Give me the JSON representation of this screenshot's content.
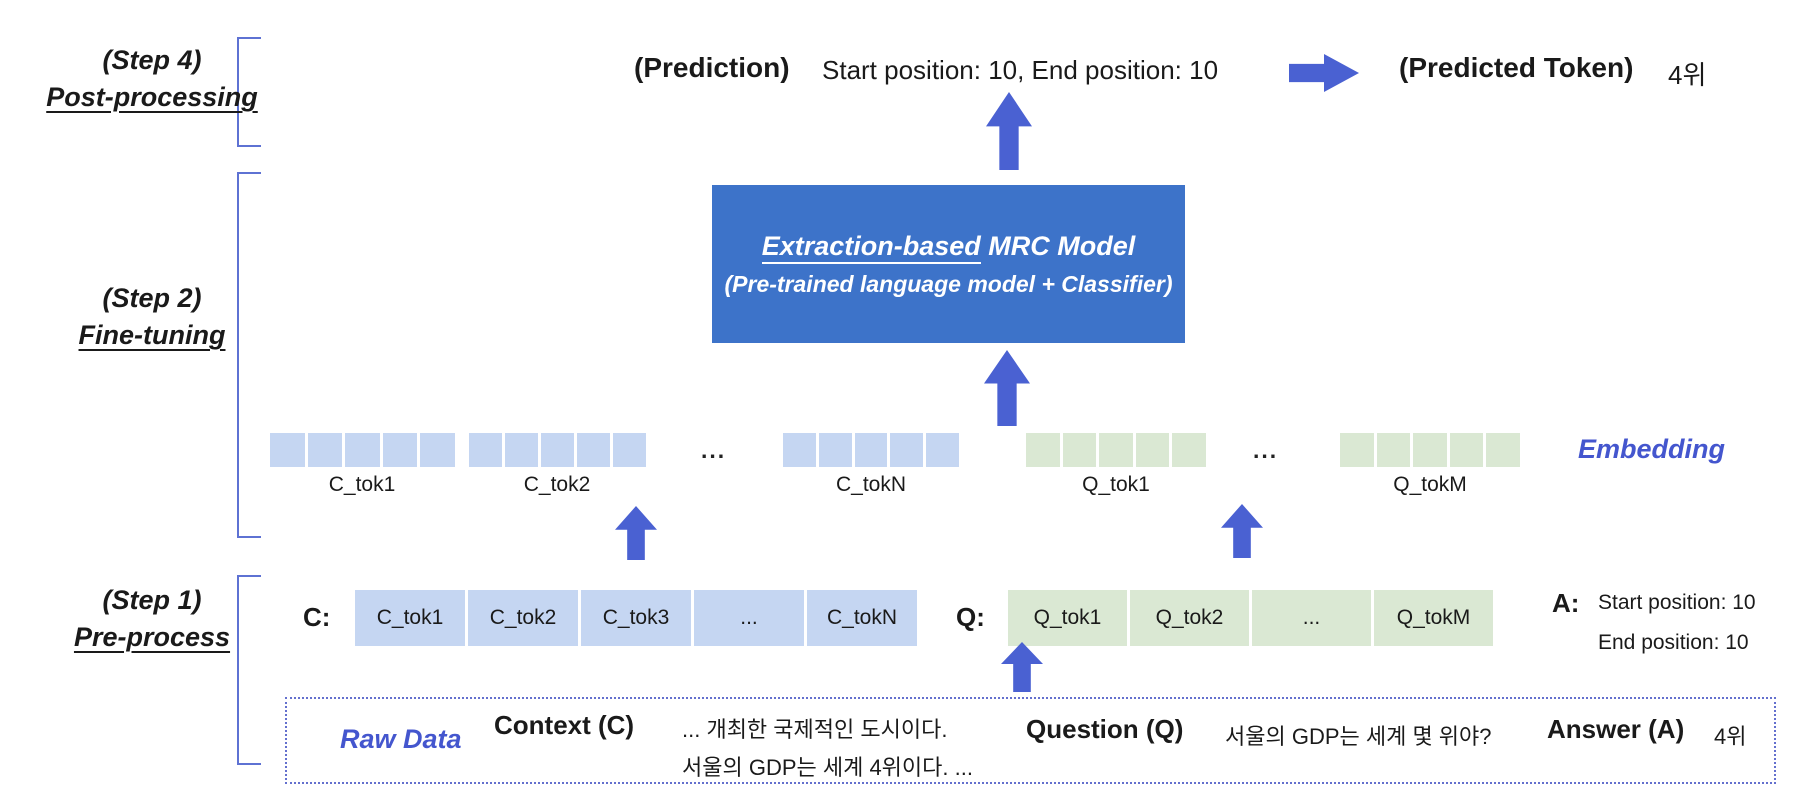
{
  "steps": {
    "step4": {
      "line1": "(Step 4)",
      "line2": "Post-processing"
    },
    "step2": {
      "line1": "(Step 2)",
      "line2": "Fine-tuning"
    },
    "step1": {
      "line1": "(Step 1)",
      "line2": "Pre-process"
    }
  },
  "prediction_row": {
    "label": "(Prediction)",
    "positions": "Start position: 10,  End position: 10",
    "predicted_label": "(Predicted Token)",
    "predicted_value": "4위"
  },
  "model_box": {
    "title_underlined": "Extraction-based",
    "title_rest": " MRC Model",
    "subtitle": "(Pre-trained language model + Classifier)"
  },
  "embedding_row": {
    "side_label": "Embedding",
    "c_bar_labels": [
      "C_tok1",
      "C_tok2",
      "C_tokN"
    ],
    "q_bar_labels": [
      "Q_tok1",
      "Q_tokM"
    ],
    "ellipsis": "..."
  },
  "token_row": {
    "c_label": "C:",
    "c_cells": [
      "C_tok1",
      "C_tok2",
      "C_tok3",
      "...",
      "C_tokN"
    ],
    "q_label": "Q:",
    "q_cells": [
      "Q_tok1",
      "Q_tok2",
      "...",
      "Q_tokM"
    ],
    "a_label": "A:",
    "a_line1": "Start position: 10",
    "a_line2": "End position: 10"
  },
  "raw_data": {
    "label": "Raw Data",
    "context_label": "Context (C)",
    "context_line1": "... 개최한 국제적인 도시이다.",
    "context_line2": "서울의 GDP는 세계 4위이다. ...",
    "question_label": "Question (Q)",
    "question_text": "서울의 GDP는 세계 몇 위야?",
    "answer_label": "Answer (A)",
    "answer_text": "4위"
  },
  "colors": {
    "model_box_blue": "#3D73C9",
    "arrow_blue": "#4A61D2",
    "bracket_blue": "#5E72D3",
    "context_light_blue": "#C5D6F2",
    "question_light_green": "#DAE8D3",
    "accent_text_blue": "#4456CE",
    "dotted_border_blue": "#6470CE"
  }
}
